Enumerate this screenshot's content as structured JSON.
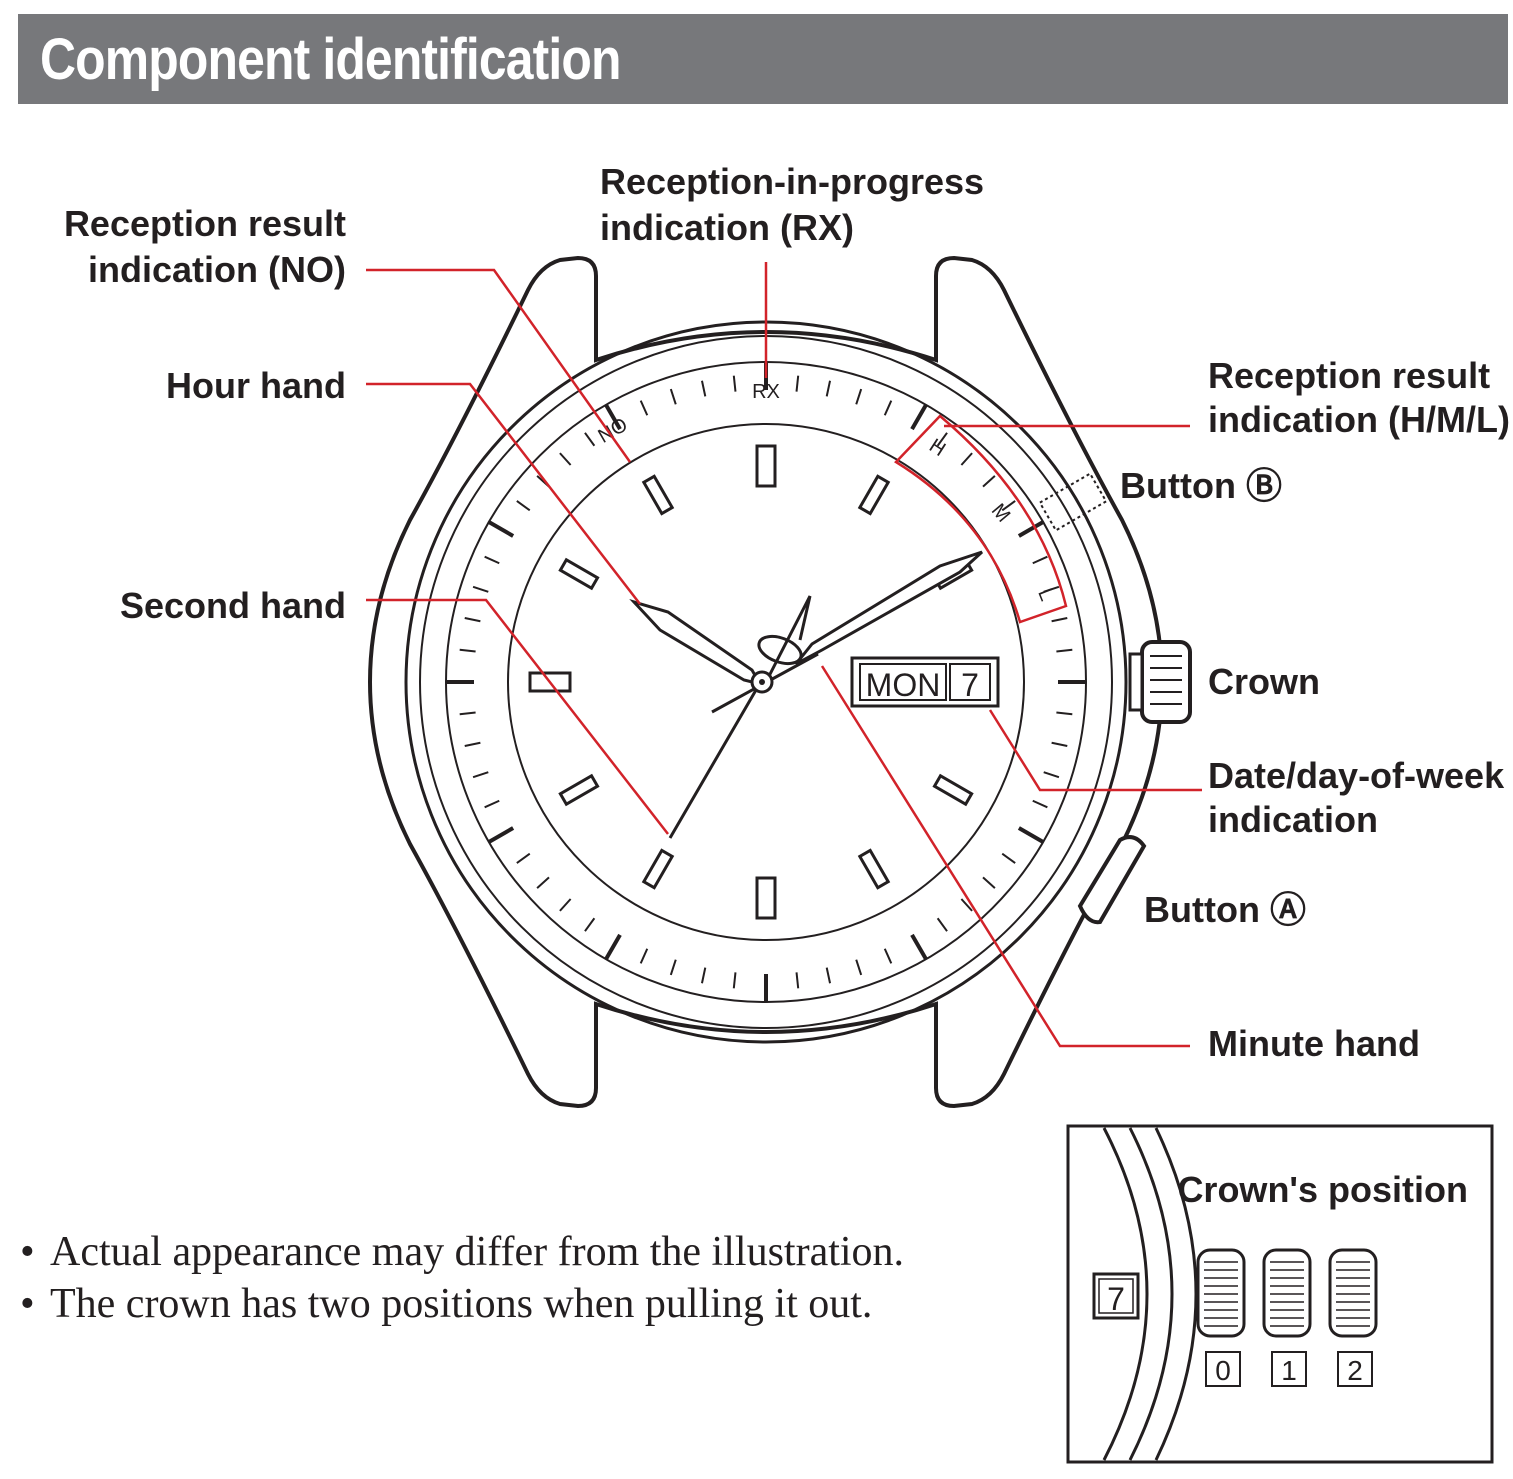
{
  "header": {
    "title": "Component identification"
  },
  "labels": {
    "reception_no_1": "Reception result",
    "reception_no_2": "indication (NO)",
    "rx_1": "Reception-in-progress",
    "rx_2": "indication (RX)",
    "hour_hand": "Hour hand",
    "second_hand": "Second hand",
    "hml_1": "Reception result",
    "hml_2": "indication (H/M/L)",
    "button_b": "Button Ⓑ",
    "crown": "Crown",
    "date_1": "Date/day-of-week",
    "date_2": "indication",
    "button_a": "Button Ⓐ",
    "minute_hand": "Minute hand"
  },
  "dial": {
    "rx": "RX",
    "no": "NO",
    "h": "H",
    "m": "M",
    "l": "L",
    "day": "MON",
    "date": "7"
  },
  "inset": {
    "title": "Crown's position",
    "date": "7",
    "positions": [
      "0",
      "1",
      "2"
    ]
  },
  "notes": [
    "Actual appearance may differ from the illustration.",
    "The crown has two positions when pulling it out."
  ],
  "colors": {
    "leader": "#d2232a",
    "header_bg": "#77787b",
    "ink": "#231f20"
  }
}
